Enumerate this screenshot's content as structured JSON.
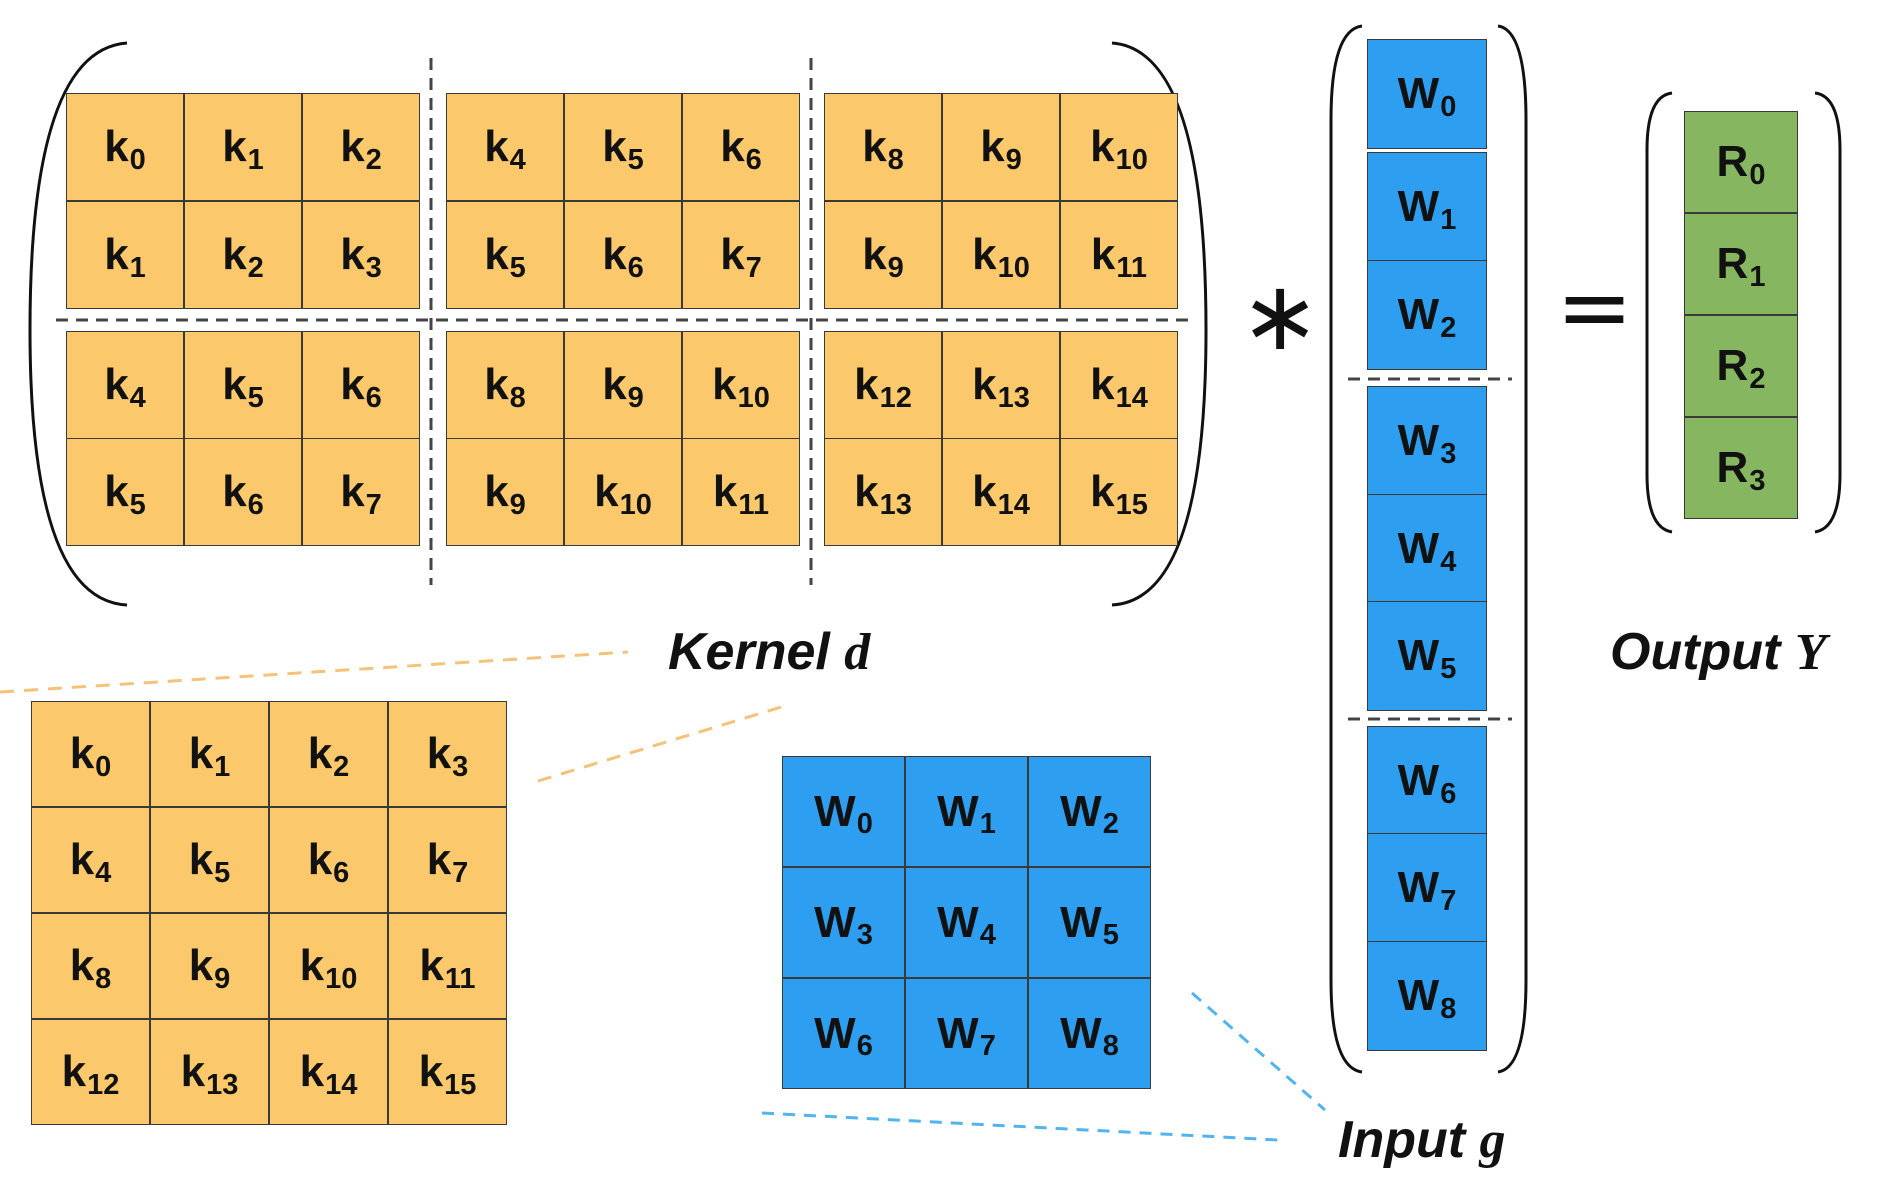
{
  "kernel_matrix": {
    "rows": [
      [
        "k|0",
        "k|1",
        "k|2",
        "k|4",
        "k|5",
        "k|6",
        "k|8",
        "k|9",
        "k|10"
      ],
      [
        "k|1",
        "k|2",
        "k|3",
        "k|5",
        "k|6",
        "k|7",
        "k|9",
        "k|10",
        "k|11"
      ],
      [
        "k|4",
        "k|5",
        "k|6",
        "k|8",
        "k|9",
        "k|10",
        "k|12",
        "k|13",
        "k|14"
      ],
      [
        "k|5",
        "k|6",
        "k|7",
        "k|9",
        "k|10",
        "k|11",
        "k|13",
        "k|14",
        "k|15"
      ]
    ]
  },
  "input_vector": [
    "W|0",
    "W|1",
    "W|2",
    "W|3",
    "W|4",
    "W|5",
    "W|6",
    "W|7",
    "W|8"
  ],
  "output_vector": [
    "R|0",
    "R|1",
    "R|2",
    "R|3"
  ],
  "kernel_grid": [
    [
      "k|0",
      "k|1",
      "k|2",
      "k|3"
    ],
    [
      "k|4",
      "k|5",
      "k|6",
      "k|7"
    ],
    [
      "k|8",
      "k|9",
      "k|10",
      "k|11"
    ],
    [
      "k|12",
      "k|13",
      "k|14",
      "k|15"
    ]
  ],
  "input_grid": [
    [
      "W|0",
      "W|1",
      "W|2"
    ],
    [
      "W|3",
      "W|4",
      "W|5"
    ],
    [
      "W|6",
      "W|7",
      "W|8"
    ]
  ],
  "labels": {
    "kernel_word": "Kernel",
    "kernel_var": "d",
    "input_word": "Input",
    "input_var": "g",
    "output_word": "Output",
    "output_var": "Y",
    "multiply_symbol": "∗",
    "equals_symbol": "="
  },
  "colors": {
    "kernel_fill": "#fbc96b",
    "input_fill": "#2e9ff0",
    "output_fill": "#86b760",
    "kernel_connector": "#f5c27a",
    "input_connector": "#52b4ee"
  }
}
